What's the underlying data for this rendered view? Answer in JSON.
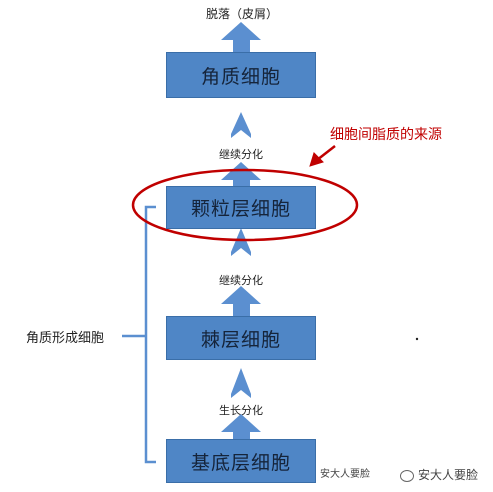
{
  "diagram": {
    "top_label": "脱落（皮屑）",
    "cells": {
      "stratum_corneum": "角质细胞",
      "stratum_granulosum": "颗粒层细胞",
      "stratum_spinosum": "棘层细胞",
      "stratum_basale": "基底层细胞"
    },
    "steps": {
      "upper_differentiation": "继续分化",
      "middle_differentiation": "继续分化",
      "growth_differentiation": "生长分化"
    },
    "bracket_label": "角质形成细胞",
    "annotation": "细胞间脂质的来源",
    "colors": {
      "box_fill": "#4f86c6",
      "arrow_fill": "#5b8fd0",
      "highlight": "#c00000"
    }
  },
  "watermark": {
    "inline_text": "安大人要脸",
    "corner_text": "安大人要脸"
  }
}
